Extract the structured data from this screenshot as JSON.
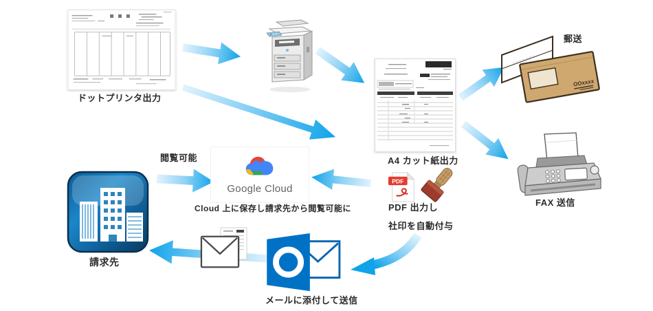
{
  "labels": {
    "dot_printer_output": "ドットプリンタ出力",
    "a4_cut_output": "A4 カット紙出力",
    "postal_mail": "郵送",
    "fax_send": "FAX 送信",
    "pdf_output": "PDF 出力し",
    "company_seal": "社印を自動付与",
    "cloud_caption": "Cloud 上に保存し請求先から閲覧可能に",
    "viewable": "閲覧可能",
    "billing_destination": "請求先",
    "email_attach": "メールに添付して送信"
  },
  "logos": {
    "google_cloud": "Google Cloud",
    "pdf_badge": "PDF",
    "envelope_print": "OOxxxx"
  },
  "colors": {
    "arrow_tip": "#10a3e9",
    "arrow_tail": "#e2f3fd",
    "outlook_blue": "#0072c6",
    "building_blue": "#1b86c8",
    "kraft": "#cfa870",
    "pdf_red": "#e23b2e",
    "stamp_red": "#9e3c2c",
    "google_blue": "#4285f4",
    "google_red": "#ea4335",
    "google_yellow": "#fbbc04",
    "google_green": "#34a853"
  }
}
